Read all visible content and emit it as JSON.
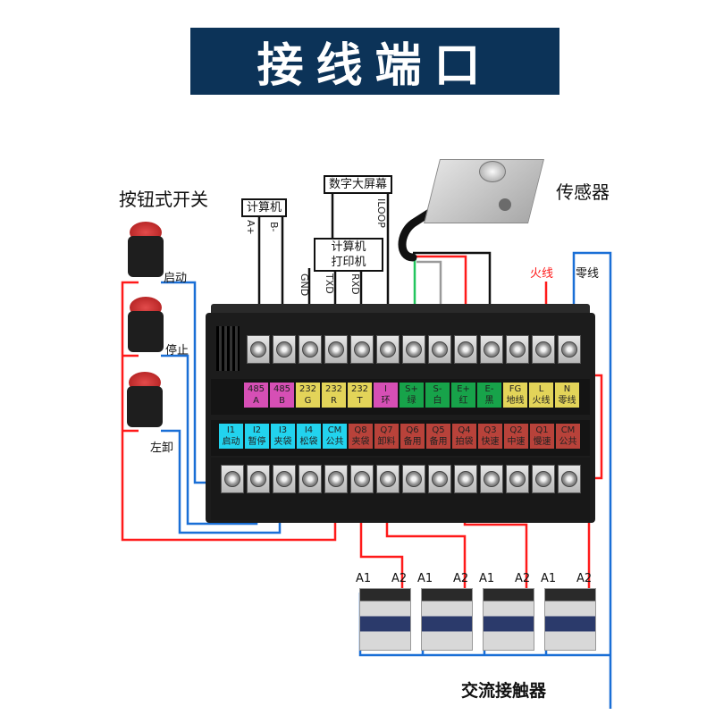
{
  "title": "接线端口",
  "labels": {
    "buttons_heading": "按钮式开关",
    "sensor_heading": "传感器",
    "contactor_heading": "交流接触器",
    "computer_box": "计算机",
    "display_box": "数字大屏幕",
    "computer_printer_box_line1": "计算机",
    "computer_printer_box_line2": "打印机",
    "live_wire": "火线",
    "neutral_wire": "零线"
  },
  "wire_tags": [
    "A+",
    "B-",
    "GND",
    "TXD",
    "RXD",
    "ILOOP"
  ],
  "buttons": [
    {
      "label": "启动"
    },
    {
      "label": "停止"
    },
    {
      "label": "左卸"
    }
  ],
  "top_terminals": [
    {
      "line1": "485",
      "line2": "A",
      "color": "#d64fb5"
    },
    {
      "line1": "485",
      "line2": "B",
      "color": "#d64fb5"
    },
    {
      "line1": "232",
      "line2": "G",
      "color": "#e3d459"
    },
    {
      "line1": "232",
      "line2": "R",
      "color": "#e3d459"
    },
    {
      "line1": "232",
      "line2": "T",
      "color": "#e3d459"
    },
    {
      "line1": "I",
      "line2": "环",
      "color": "#d64fb5"
    },
    {
      "line1": "S+",
      "line2": "绿",
      "color": "#17a34a"
    },
    {
      "line1": "S-",
      "line2": "白",
      "color": "#17a34a"
    },
    {
      "line1": "E+",
      "line2": "红",
      "color": "#17a34a"
    },
    {
      "line1": "E-",
      "line2": "黑",
      "color": "#17a34a"
    },
    {
      "line1": "FG",
      "line2": "地线",
      "color": "#e3d459"
    },
    {
      "line1": "L",
      "line2": "火线",
      "color": "#e3d459"
    },
    {
      "line1": "N",
      "line2": "零线",
      "color": "#e3d459"
    }
  ],
  "bottom_terminals": [
    {
      "line1": "I1",
      "line2": "启动",
      "color": "#22d3ee"
    },
    {
      "line1": "I2",
      "line2": "暂停",
      "color": "#22d3ee"
    },
    {
      "line1": "I3",
      "line2": "夹袋",
      "color": "#22d3ee"
    },
    {
      "line1": "I4",
      "line2": "松袋",
      "color": "#22d3ee"
    },
    {
      "line1": "CM",
      "line2": "公共",
      "color": "#22d3ee"
    },
    {
      "line1": "Q8",
      "line2": "夹袋",
      "color": "#b8423a"
    },
    {
      "line1": "Q7",
      "line2": "卸料",
      "color": "#b8423a"
    },
    {
      "line1": "Q6",
      "line2": "备用",
      "color": "#b8423a"
    },
    {
      "line1": "Q5",
      "line2": "备用",
      "color": "#b8423a"
    },
    {
      "line1": "Q4",
      "line2": "拍袋",
      "color": "#b8423a"
    },
    {
      "line1": "Q3",
      "line2": "快速",
      "color": "#b8423a"
    },
    {
      "line1": "Q2",
      "line2": "中速",
      "color": "#b8423a"
    },
    {
      "line1": "Q1",
      "line2": "慢速",
      "color": "#b8423a"
    },
    {
      "line1": "CM",
      "line2": "公共",
      "color": "#b8423a"
    }
  ],
  "contactors": [
    {
      "a1": "A1",
      "a2": "A2"
    },
    {
      "a1": "A1",
      "a2": "A2"
    },
    {
      "a1": "A1",
      "a2": "A2"
    },
    {
      "a1": "A1",
      "a2": "A2"
    }
  ],
  "colors": {
    "banner": "#0c3358",
    "wire_red": "#ff1a1a",
    "wire_blue": "#1a6fd6",
    "wire_green": "#22c55e",
    "wire_black": "#111111",
    "wire_gray": "#9a9a9a"
  }
}
